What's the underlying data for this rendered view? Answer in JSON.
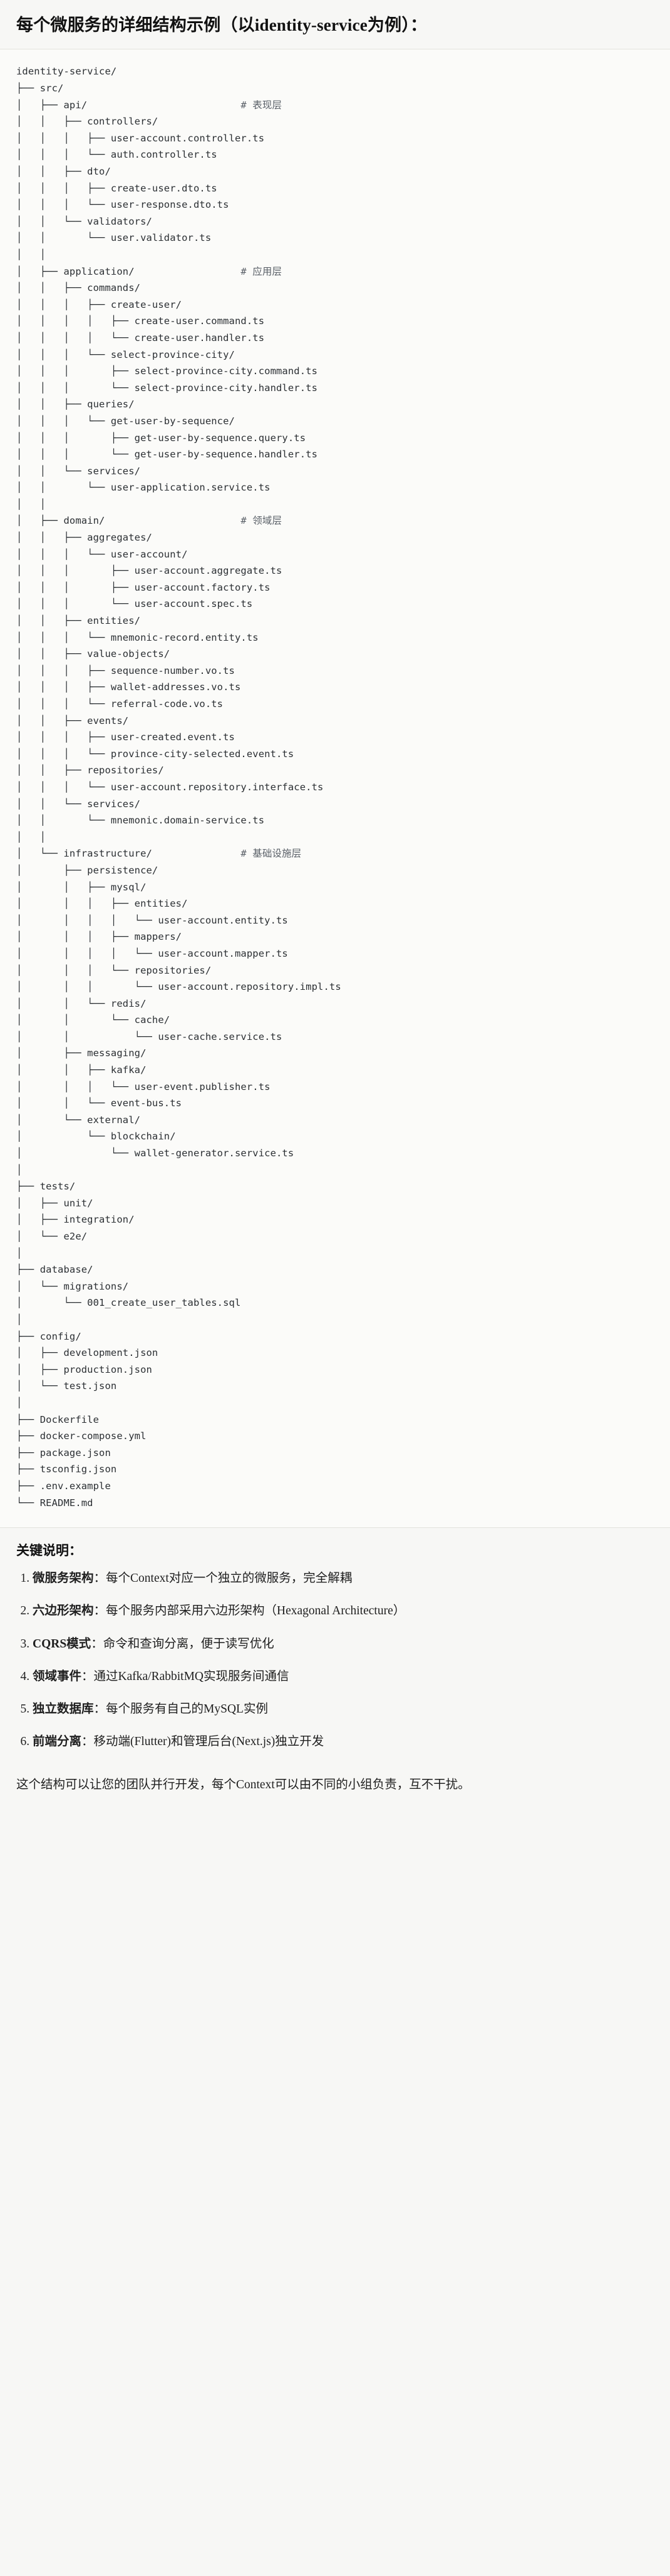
{
  "document": {
    "title": "每个微服务的详细结构示例（以identity-service为例）：",
    "tree_text": "identity-service/\n├── src/\n│   ├── api/                          # 表现层\n│   │   ├── controllers/\n│   │   │   ├── user-account.controller.ts\n│   │   │   └── auth.controller.ts\n│   │   ├── dto/\n│   │   │   ├── create-user.dto.ts\n│   │   │   └── user-response.dto.ts\n│   │   └── validators/\n│   │       └── user.validator.ts\n│   │\n│   ├── application/                  # 应用层\n│   │   ├── commands/\n│   │   │   ├── create-user/\n│   │   │   │   ├── create-user.command.ts\n│   │   │   │   └── create-user.handler.ts\n│   │   │   └── select-province-city/\n│   │   │       ├── select-province-city.command.ts\n│   │   │       └── select-province-city.handler.ts\n│   │   ├── queries/\n│   │   │   └── get-user-by-sequence/\n│   │   │       ├── get-user-by-sequence.query.ts\n│   │   │       └── get-user-by-sequence.handler.ts\n│   │   └── services/\n│   │       └── user-application.service.ts\n│   │\n│   ├── domain/                       # 领域层\n│   │   ├── aggregates/\n│   │   │   └── user-account/\n│   │   │       ├── user-account.aggregate.ts\n│   │   │       ├── user-account.factory.ts\n│   │   │       └── user-account.spec.ts\n│   │   ├── entities/\n│   │   │   └── mnemonic-record.entity.ts\n│   │   ├── value-objects/\n│   │   │   ├── sequence-number.vo.ts\n│   │   │   ├── wallet-addresses.vo.ts\n│   │   │   └── referral-code.vo.ts\n│   │   ├── events/\n│   │   │   ├── user-created.event.ts\n│   │   │   └── province-city-selected.event.ts\n│   │   ├── repositories/\n│   │   │   └── user-account.repository.interface.ts\n│   │   └── services/\n│   │       └── mnemonic.domain-service.ts\n│   │\n│   └── infrastructure/               # 基础设施层\n│       ├── persistence/\n│       │   ├── mysql/\n│       │   │   ├── entities/\n│       │   │   │   └── user-account.entity.ts\n│       │   │   ├── mappers/\n│       │   │   │   └── user-account.mapper.ts\n│       │   │   └── repositories/\n│       │   │       └── user-account.repository.impl.ts\n│       │   └── redis/\n│       │       └── cache/\n│       │           └── user-cache.service.ts\n│       ├── messaging/\n│       │   ├── kafka/\n│       │   │   └── user-event.publisher.ts\n│       │   └── event-bus.ts\n│       └── external/\n│           └── blockchain/\n│               └── wallet-generator.service.ts\n│\n├── tests/\n│   ├── unit/\n│   ├── integration/\n│   └── e2e/\n│\n├── database/\n│   └── migrations/\n│       └── 001_create_user_tables.sql\n│\n├── config/\n│   ├── development.json\n│   ├── production.json\n│   └── test.json\n│\n├── Dockerfile\n├── docker-compose.yml\n├── package.json\n├── tsconfig.json\n├── .env.example\n└── README.md",
    "notes_heading": "关键说明：",
    "notes": [
      {
        "term": "微服务架构",
        "desc": "：每个Context对应一个独立的微服务，完全解耦"
      },
      {
        "term": "六边形架构",
        "desc": "：每个服务内部采用六边形架构（Hexagonal Architecture）"
      },
      {
        "term": "CQRS模式",
        "desc": "：命令和查询分离，便于读写优化"
      },
      {
        "term": "领域事件",
        "desc": "：通过Kafka/RabbitMQ实现服务间通信"
      },
      {
        "term": "独立数据库",
        "desc": "：每个服务有自己的MySQL实例"
      },
      {
        "term": "前端分离",
        "desc": "：移动端(Flutter)和管理后台(Next.js)独立开发"
      }
    ],
    "footer": "这个结构可以让您的团队并行开发，每个Context可以由不同的小组负责，互不干扰。",
    "colors": {
      "page_background": "#f7f7f5",
      "code_background": "#fbfbf9",
      "text": "#1f1f1f",
      "code_text": "#2b2f33",
      "comment_text": "#5a6068",
      "divider": "#e2e2dd"
    }
  }
}
